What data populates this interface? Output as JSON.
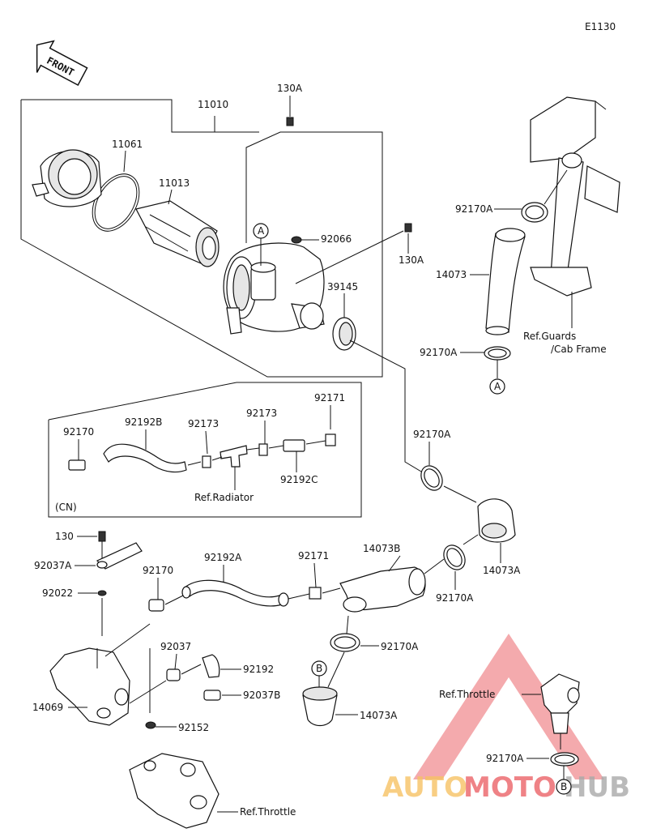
{
  "diagram_code": "E1130",
  "front_label": "FRONT",
  "labels": {
    "p11010": "11010",
    "p130A_top": "130A",
    "p11061": "11061",
    "p11013": "11013",
    "p92066": "92066",
    "p130A_right": "130A",
    "p39145": "39145",
    "pA_center": "A",
    "p92170A_1": "92170A",
    "p14073": "14073",
    "ref_guards_1": "Ref.Guards",
    "ref_guards_2": "/Cab Frame",
    "p92170A_2": "92170A",
    "pA_bottom": "A",
    "p92171_cn": "92171",
    "p92170_cn": "92170",
    "p92192B": "92192B",
    "p92173_a": "92173",
    "p92173_b": "92173",
    "p92192C": "92192C",
    "ref_radiator": "Ref.Radiator",
    "cn": "(CN)",
    "p92170A_3": "92170A",
    "p14073A_1": "14073A",
    "p92170A_4": "92170A",
    "p14073B": "14073B",
    "p92171": "92171",
    "p92192A": "92192A",
    "p92170": "92170",
    "p130": "130",
    "p92037A": "92037A",
    "p92022": "92022",
    "p92037": "92037",
    "p92192": "92192",
    "p92037B": "92037B",
    "p14069": "14069",
    "p92152": "92152",
    "ref_throttle_bottom": "Ref.Throttle",
    "p92170A_5": "92170A",
    "pB_center": "B",
    "p14073A_2": "14073A",
    "ref_throttle_right": "Ref.Throttle",
    "p92170A_6": "92170A",
    "pB_right": "B"
  },
  "watermark": {
    "auto": "AUTO",
    "moto": "MOTO",
    "hub": "HUB"
  },
  "colors": {
    "watermark_red": "#e8484e",
    "watermark_orange": "#f5b84a",
    "watermark_gray": "#9a9a9a",
    "line": "#111111"
  }
}
